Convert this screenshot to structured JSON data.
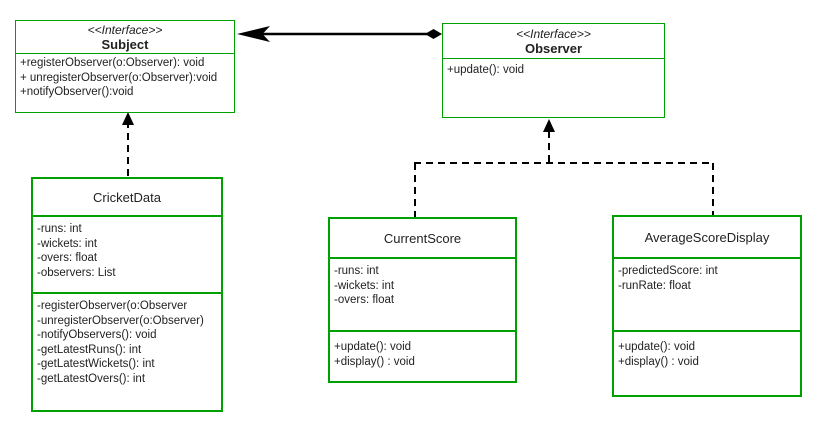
{
  "theme": {
    "border_green": "#00a000",
    "text_color": "#222222",
    "connector_color": "#000000",
    "background": "#ffffff"
  },
  "classes": {
    "subject": {
      "stereotype": "<<Interface>>",
      "name": "Subject",
      "methods": [
        "+registerObserver(o:Observer): void",
        "+ unregisterObserver(o:Observer):void",
        "+notifyObserver():void"
      ]
    },
    "observer": {
      "stereotype": "<<Interface>>",
      "name": "Observer",
      "methods": [
        "+update(): void"
      ]
    },
    "cricket_data": {
      "name": "CricketData",
      "attributes": [
        "-runs: int",
        "-wickets: int",
        "-overs: float",
        "-observers: List"
      ],
      "methods": [
        "-registerObserver(o:Observer",
        "-unregisterObserver(o:Observer)",
        "-notifyObservers(): void",
        "-getLatestRuns(): int",
        "-getLatestWickets(): int",
        "-getLatestOvers(): int"
      ]
    },
    "current_score": {
      "name": "CurrentScore",
      "attributes": [
        "-runs: int",
        "-wickets: int",
        "-overs: float"
      ],
      "methods": [
        "+update(): void",
        "+display() : void"
      ]
    },
    "average_score_display": {
      "name": "AverageScoreDisplay",
      "attributes": [
        "-predictedScore: int",
        "-runRate: float"
      ],
      "methods": [
        "+update(): void",
        "+display() : void"
      ]
    }
  },
  "relationships": [
    {
      "from": "Subject",
      "to": "Observer",
      "style": "solid",
      "from_end": "arrow",
      "to_end": "filled-diamond"
    },
    {
      "from": "CricketData",
      "to": "Subject",
      "style": "dashed",
      "to_end": "arrow",
      "type": "realization"
    },
    {
      "from": "CurrentScore",
      "to": "Observer",
      "style": "dashed",
      "to_end": "arrow",
      "type": "realization"
    },
    {
      "from": "AverageScoreDisplay",
      "to": "Observer",
      "style": "dashed",
      "to_end": "arrow",
      "type": "realization"
    }
  ]
}
